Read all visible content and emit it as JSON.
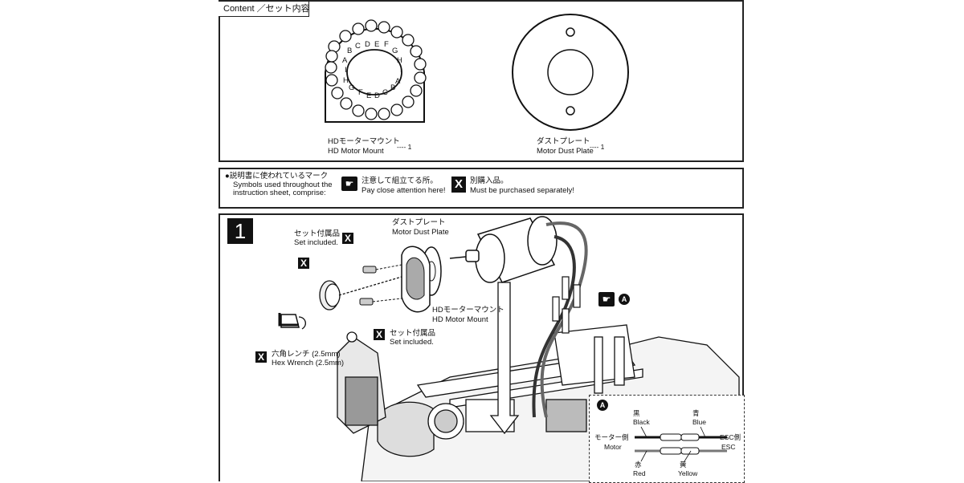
{
  "contents": {
    "header": "Content ／セット内容",
    "mount_letters": [
      "B",
      "C",
      "D",
      "E",
      "F",
      "G",
      "H",
      "I",
      "A",
      "I",
      "H",
      "G",
      "F",
      "E",
      "D",
      "C",
      "B",
      "A"
    ],
    "mount_jp": "HDモーターマウント",
    "mount_en": "HD Motor Mount",
    "mount_qty": "---- 1",
    "plate_jp": "ダストプレート",
    "plate_en": "Motor Dust Plate",
    "plate_qty": "---- 1"
  },
  "symbols": {
    "title_jp": "●説明書に使われているマーク",
    "title_en1": "Symbols used throughout the",
    "title_en2": "instruction sheet, comprise:",
    "attention_jp": "注意して組立てる所。",
    "attention_en": "Pay close attention here!",
    "separate_jp": "別購入品。",
    "separate_en": "Must be purchased separately!",
    "x_glyph": "X"
  },
  "step1": {
    "number": "1",
    "plate_jp": "ダストプレート",
    "plate_en": "Motor Dust Plate",
    "set1_jp": "セット付属品",
    "set1_en": "Set included.",
    "set2_jp": "セット付属品",
    "set2_en": "Set included.",
    "mount_jp": "HDモーターマウント",
    "mount_en": "HD Motor Mount",
    "wrench_jp": "六角レンチ (2.5mm)",
    "wrench_en": "Hex Wrench (2.5mm)",
    "callout": "A"
  },
  "wiring": {
    "callout": "A",
    "black_jp": "黒",
    "black_en": "Black",
    "blue_jp": "青",
    "blue_en": "Blue",
    "motor_jp": "モーター側",
    "motor_en": "Motor",
    "esc_jp": "ESC側",
    "esc_en": "ESC",
    "red_jp": "赤",
    "red_en": "Red",
    "yellow_jp": "黄",
    "yellow_en": "Yellow"
  }
}
